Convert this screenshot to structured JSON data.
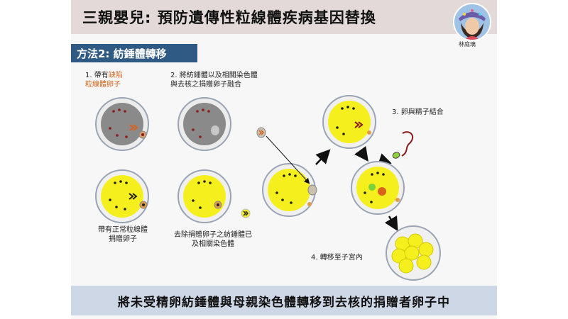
{
  "header": {
    "title": "三親嬰兒: 預防遺傳性粒線體疾病基因替換",
    "author": "林庭璃"
  },
  "section": {
    "title": "方法2: 紡錘體轉移"
  },
  "steps": {
    "step1_prefix": "1. 帶有",
    "step1_highlight_a": "缺陷",
    "step1_highlight_b": "粒線體卵子",
    "step2_line1": "2. 將紡錘體以及相關染色體",
    "step2_line2": "與去核之捐贈卵子融合",
    "step3": "3. 卵與精子結合",
    "step4": "4. 轉移至子宮內"
  },
  "labels": {
    "donor_line1": "帶有正常粒線體",
    "donor_line2": "捐贈卵子",
    "removed_line1": "去除捐贈卵子之紡錘體已",
    "removed_line2": "及相關染色體"
  },
  "footer": {
    "caption": "將未受精卵紡錘體與母親染色體轉移到去核的捐贈者卵子中"
  },
  "colors": {
    "header_bg": "#e3d9d9",
    "section_bg": "#2f5a83",
    "footer_bg": "#cdd7e6",
    "defective_cytoplasm": "#8a8a8a",
    "healthy_cytoplasm": "#f5ef1e",
    "highlight_text": "#d9631a"
  }
}
